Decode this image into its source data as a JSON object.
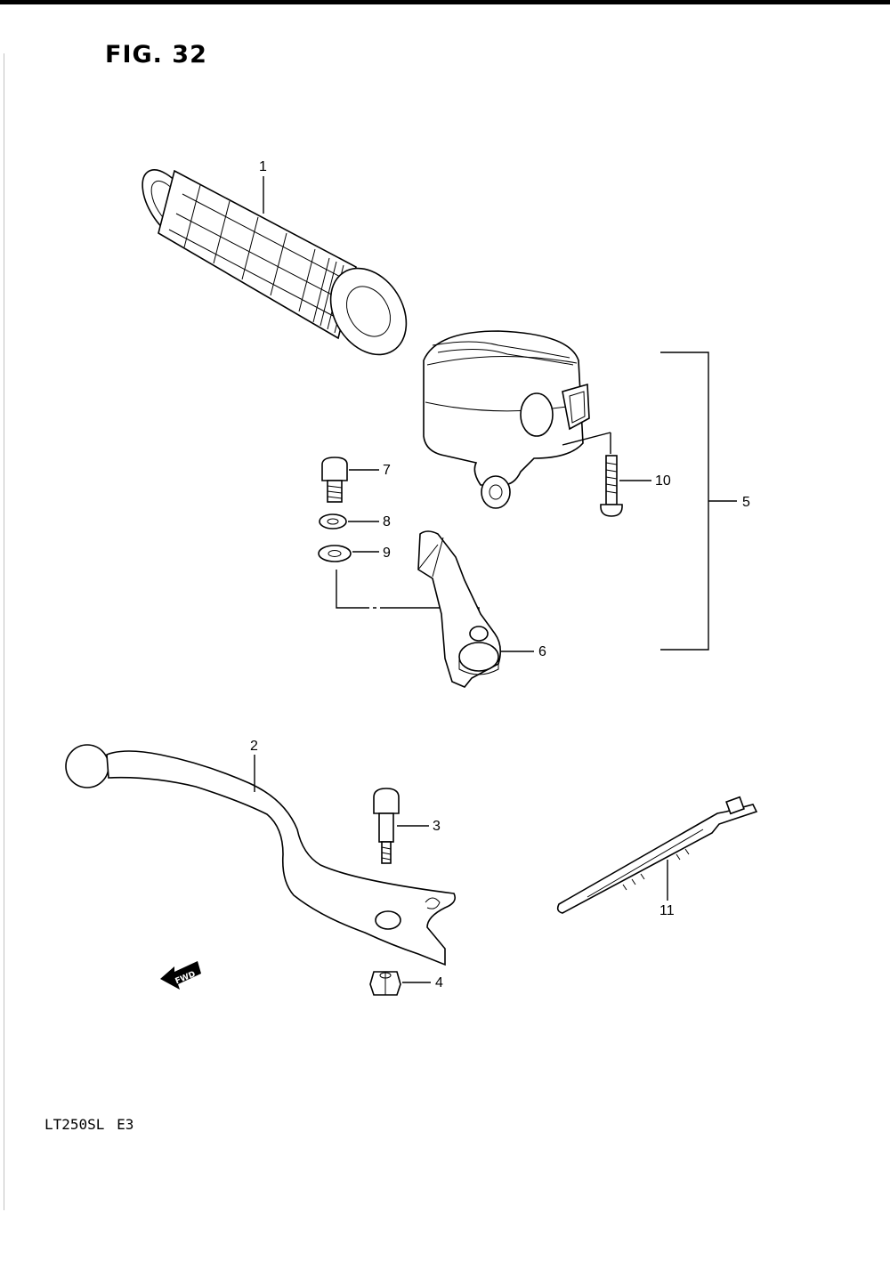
{
  "figure": {
    "title": "FIG. 32",
    "model": "LT250SL  E3",
    "fwd_text": "FWD"
  },
  "callouts": {
    "c1": "1",
    "c2": "2",
    "c3": "3",
    "c4": "4",
    "c5": "5",
    "c6": "6",
    "c7": "7",
    "c8": "8",
    "c9": "9",
    "c10": "10",
    "c11": "11"
  },
  "icons": {
    "fwd": "fwd-arrow-icon"
  },
  "colors": {
    "ink": "#000000",
    "paper": "#ffffff"
  }
}
